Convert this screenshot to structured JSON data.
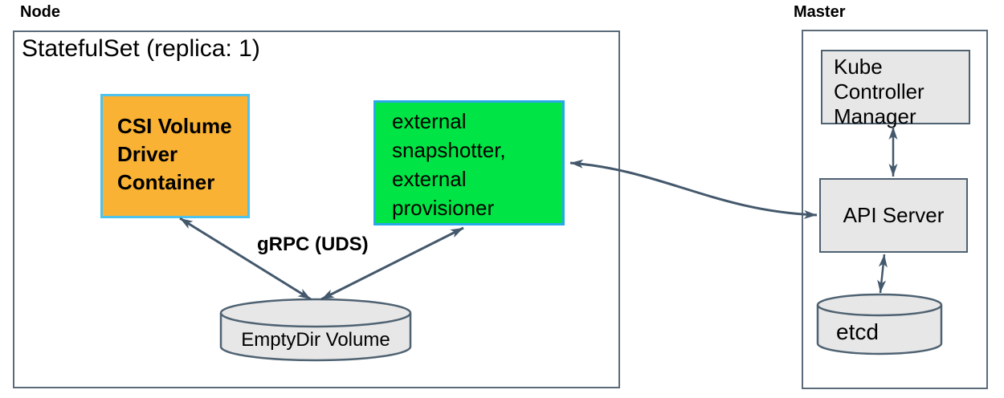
{
  "theme": {
    "orange_fill": "#F9B233",
    "cyan_border": "#4FC3EB",
    "green_fill": "#00E545",
    "green_border": "#29A8E8",
    "gray_fill": "#E7E7E7",
    "frame_border": "#5C6B7A",
    "inner_border": "#4F6272",
    "arrow_color": "#44586C"
  },
  "node": {
    "label": "Node",
    "statefulset_title": "StatefulSet (replica: 1)",
    "csi_container": "CSI Volume Driver Container",
    "sidecars": "external snapshotter, external provisioner",
    "grpc_label": "gRPC (UDS)",
    "emptydir_label": "EmptyDir Volume"
  },
  "master": {
    "label": "Master",
    "kube_controller_manager": "Kube Controller Manager",
    "api_server": "API Server",
    "etcd": "etcd"
  },
  "edges": [
    {
      "from": "csi-volume-driver-container",
      "to": "emptydir-volume",
      "bidirectional": true,
      "label": "gRPC (UDS)"
    },
    {
      "from": "external-sidecars",
      "to": "emptydir-volume",
      "bidirectional": true,
      "label": "gRPC (UDS)"
    },
    {
      "from": "external-sidecars",
      "to": "api-server",
      "bidirectional": true,
      "label": ""
    },
    {
      "from": "kube-controller-manager",
      "to": "api-server",
      "bidirectional": true,
      "label": ""
    },
    {
      "from": "api-server",
      "to": "etcd",
      "bidirectional": true,
      "label": ""
    }
  ]
}
